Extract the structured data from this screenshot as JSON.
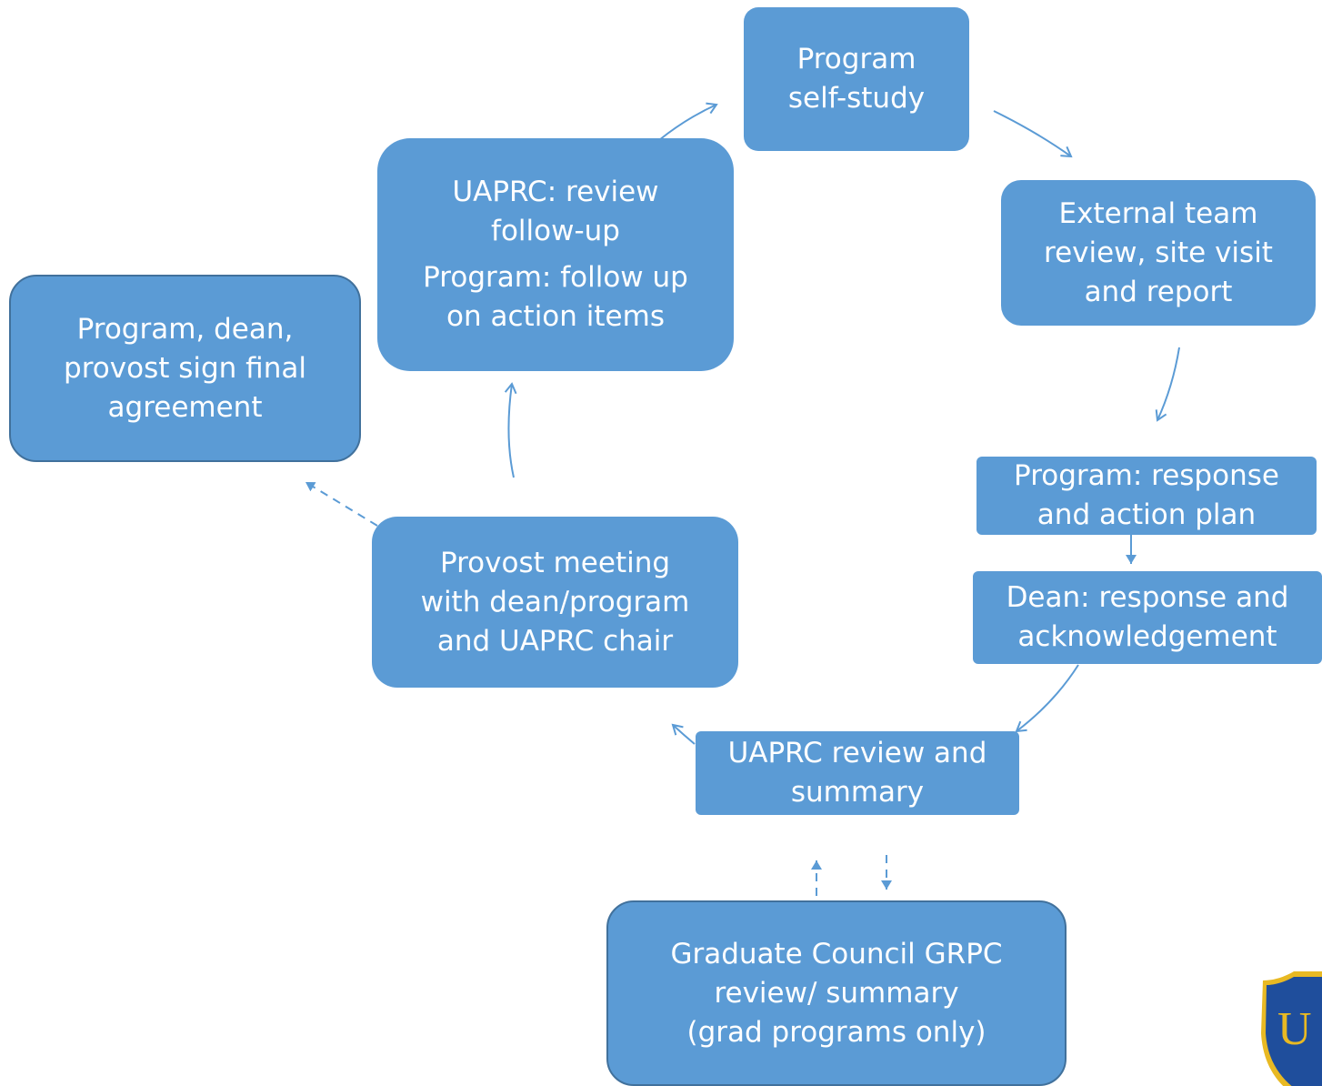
{
  "nodes": {
    "self_study": [
      "Program",
      "self-study"
    ],
    "external_review": [
      "External team",
      "review, site visit",
      "and report"
    ],
    "program_response": [
      "Program: response",
      "and action plan"
    ],
    "dean_response": [
      "Dean: response and",
      "acknowledgement"
    ],
    "uaprc_review": [
      "UAPRC review and",
      "summary"
    ],
    "grad_council": [
      "Graduate Council GRPC",
      "review/ summary",
      "(grad programs only)"
    ],
    "provost_meeting": [
      "Provost meeting",
      "with dean/program",
      "and UAPRC chair"
    ],
    "uaprc_followup": {
      "part1": [
        "UAPRC: review",
        "follow-up"
      ],
      "part2": [
        "Program: follow up",
        "on action items"
      ]
    },
    "final_agreement": [
      "Program, dean,",
      "provost sign final",
      "agreement"
    ]
  },
  "logo": {
    "letter": "U"
  },
  "colors": {
    "node_fill": "#5b9bd5",
    "node_outline": "#41719c",
    "arrow": "#5b9bd5",
    "logo_shield": "#1f4e9c",
    "logo_gold": "#e8b923"
  }
}
